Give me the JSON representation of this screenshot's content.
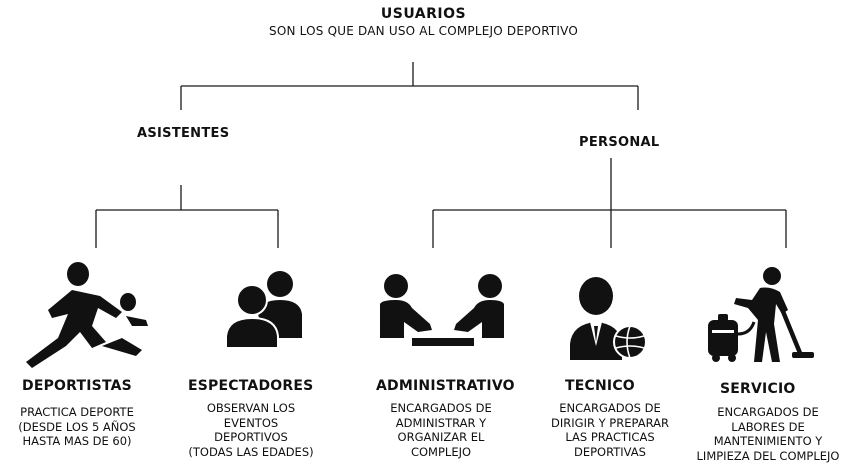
{
  "root": {
    "title": "USUARIOS",
    "subtitle": "SON LOS QUE DAN USO AL COMPLEJO DEPORTIVO"
  },
  "groups": {
    "asistentes": "ASISTENTES",
    "personal": "PERSONAL"
  },
  "leaves": [
    {
      "title": "DEPORTISTAS",
      "desc": [
        "PRACTICA DEPORTE",
        "(DESDE LOS 5 AÑOS",
        "HASTA MAS DE 60)"
      ],
      "icon": "runner-icon"
    },
    {
      "title": "ESPECTADORES",
      "desc": [
        "OBSERVAN LOS",
        "EVENTOS",
        "DEPORTIVOS",
        "(TODAS LAS EDADES)"
      ],
      "icon": "group-people-icon"
    },
    {
      "title": "ADMINISTRATIVO",
      "desc": [
        "ENCARGADOS DE",
        "ADMINISTRAR Y",
        "ORGANIZAR EL",
        "COMPLEJO"
      ],
      "icon": "handshake-meeting-icon"
    },
    {
      "title": "TECNICO",
      "desc": [
        "ENCARGADOS DE",
        "DIRIGIR Y PREPARAR",
        "LAS PRACTICAS",
        "DEPORTIVAS"
      ],
      "icon": "coach-ball-icon"
    },
    {
      "title": "SERVICIO",
      "desc": [
        "ENCARGADOS DE",
        "LABORES DE",
        "MANTENIMIENTO Y",
        "LIMPIEZA DEL COMPLEJO"
      ],
      "icon": "cleaner-vacuum-icon"
    }
  ],
  "colors": {
    "ink": "#111111",
    "line": "#1a1a1a"
  }
}
